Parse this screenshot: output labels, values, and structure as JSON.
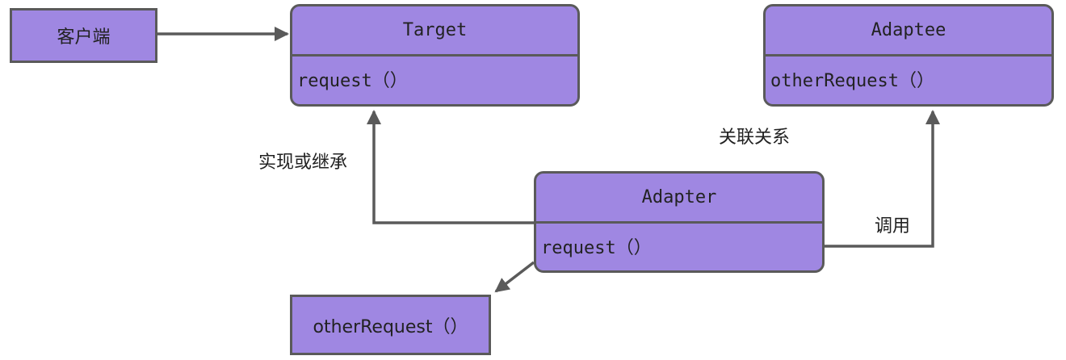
{
  "colors": {
    "box_fill": "#9f87e2",
    "box_border": "#5a5a5a",
    "arrow": "#5a5a5a",
    "text": "#222222"
  },
  "client": {
    "label": "客户端"
  },
  "target": {
    "name": "Target",
    "method": "request（）"
  },
  "adaptee": {
    "name": "Adaptee",
    "method": "otherRequest（）"
  },
  "adapter": {
    "name": "Adapter",
    "method": "request（）"
  },
  "call_box": {
    "label": "otherRequest（）"
  },
  "edges": {
    "implements_label": "实现或继承",
    "association_label": "关联关系",
    "call_label": "调用"
  }
}
